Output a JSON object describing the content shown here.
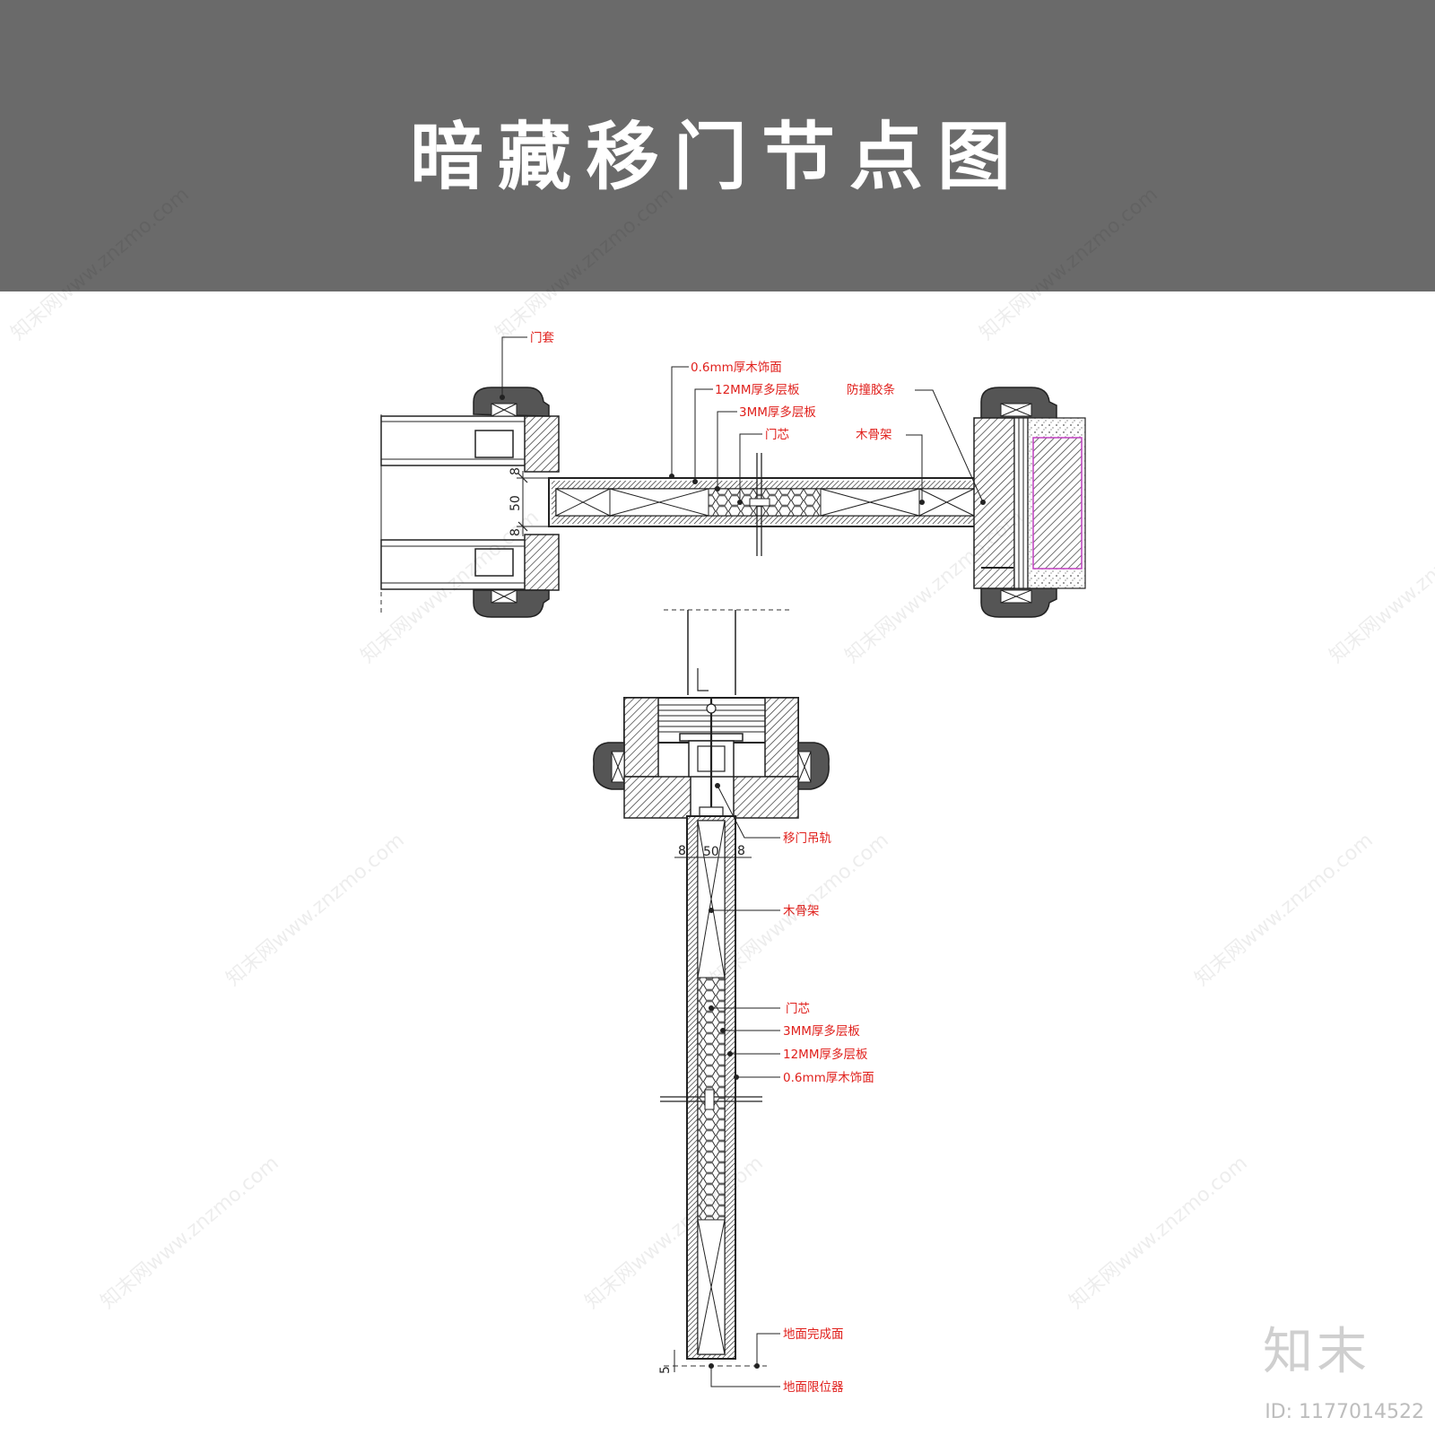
{
  "title": "暗藏移门节点图",
  "plan_labels": {
    "frame_trim": "门套",
    "veneer": "0.6mm厚木饰面",
    "ply12": "12MM厚多层板",
    "ply3": "3MM厚多层板",
    "core": "门芯",
    "bumper": "防撞胶条",
    "wood_frame": "木骨架"
  },
  "plan_dims": {
    "top": "8",
    "middle": "50",
    "bottom": "8"
  },
  "section_labels": {
    "hanging_rail": "移门吊轨",
    "wood_frame": "木骨架",
    "core": "门芯",
    "ply3": "3MM厚多层板",
    "ply12": "12MM厚多层板",
    "veneer": "0.6mm厚木饰面",
    "finished_floor": "地面完成面",
    "floor_stopper": "地面限位器"
  },
  "section_dims": {
    "left": "8",
    "middle": "50",
    "right": "8",
    "bottom": "5"
  },
  "watermark_text": "知末网www.znzmo.com",
  "brand": "知末",
  "image_id": "ID: 1177014522"
}
